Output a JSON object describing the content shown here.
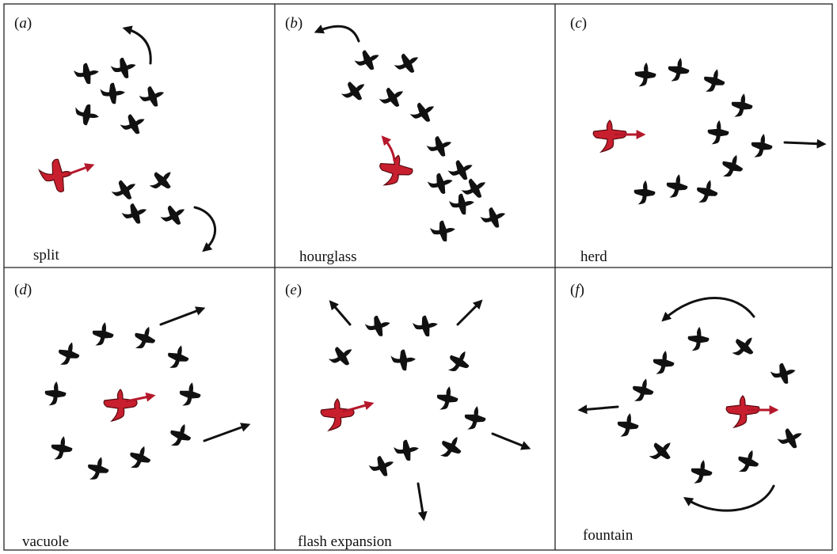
{
  "figure": {
    "panels": [
      {
        "tag_prefix": "(",
        "tag": "a",
        "tag_suffix": ")",
        "name": "split"
      },
      {
        "tag_prefix": "(",
        "tag": "b",
        "tag_suffix": ")",
        "name": "hourglass"
      },
      {
        "tag_prefix": "(",
        "tag": "c",
        "tag_suffix": ")",
        "name": "herd"
      },
      {
        "tag_prefix": "(",
        "tag": "d",
        "tag_suffix": ")",
        "name": "vacuole"
      },
      {
        "tag_prefix": "(",
        "tag": "e",
        "tag_suffix": ")",
        "name": "flash expansion"
      },
      {
        "tag_prefix": "(",
        "tag": "f",
        "tag_suffix": ")",
        "name": "fountain"
      }
    ],
    "colors": {
      "prey": "#111111",
      "predator": "#c81f2e",
      "predator_arrow": "#b5182b",
      "frame": "#222222"
    }
  }
}
